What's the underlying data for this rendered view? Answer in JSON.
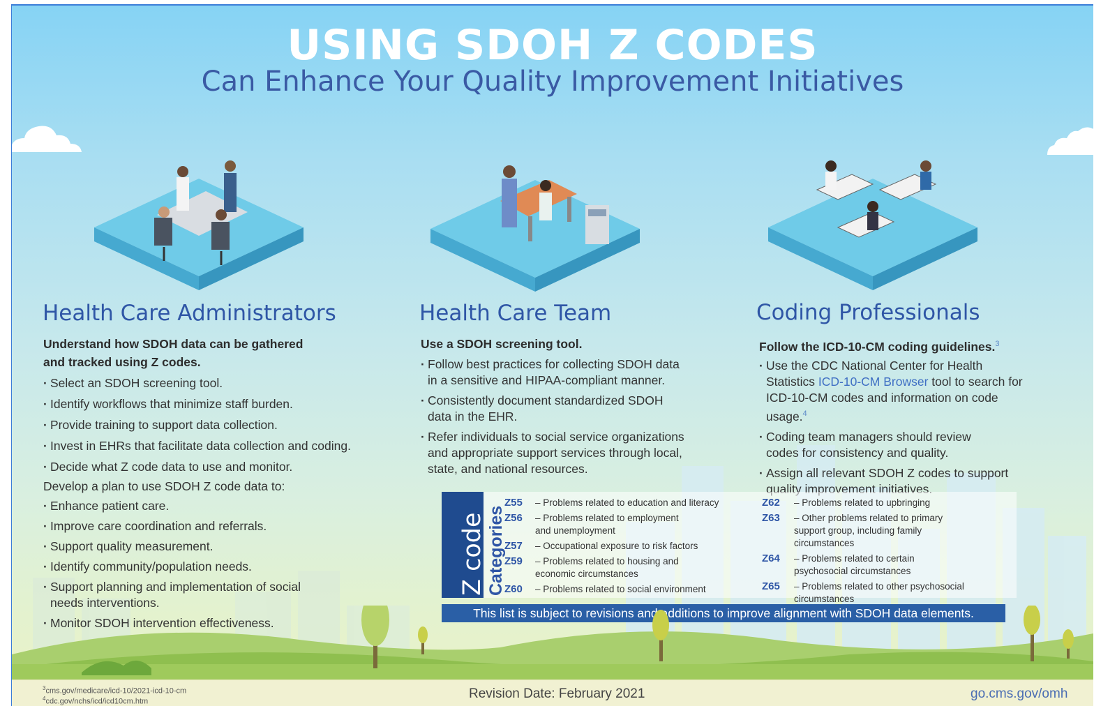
{
  "header": {
    "title": "USING SDOH Z CODES",
    "subtitle": "Can Enhance Your Quality Improvement Initiatives"
  },
  "columns": {
    "admin": {
      "title": "Health Care Administrators",
      "lead_line1": "Understand how SDOH data can be gathered",
      "lead_line2": "and tracked using Z codes.",
      "bullets": [
        "Select an SDOH screening tool.",
        "Identify workflows that minimize staff burden.",
        "Provide training to support data collection.",
        "Invest in EHRs that facilitate data collection and coding.",
        "Decide what Z code data to use and monitor."
      ],
      "plan_heading": "Develop a plan to use SDOH Z code data to:",
      "plan_bullets": [
        "Enhance patient care.",
        "Improve care coordination and referrals.",
        "Support quality measurement.",
        "Identify community/population needs.",
        "Support planning and implementation of social needs interventions.",
        "Monitor SDOH intervention effectiveness."
      ]
    },
    "team": {
      "title": "Health Care Team",
      "lead": "Use a SDOH screening tool.",
      "bullets": [
        "Follow best practices for collecting SDOH data in a sensitive and HIPAA-compliant manner.",
        "Consistently document standardized SDOH data in the EHR.",
        "Refer individuals to social service organizations and appropriate support services through local, state, and national resources."
      ]
    },
    "coding": {
      "title": "Coding Professionals",
      "lead": "Follow the ICD-10-CM coding guidelines.",
      "lead_sup": "3",
      "bullet1_pre": "Use the CDC National Center for Health Statistics ",
      "bullet1_link": "ICD-10-CM Browser",
      "bullet1_post": " tool to search for ICD-10-CM codes and information on code usage.",
      "bullet1_sup": "4",
      "bullets": [
        "Coding team managers should review codes for consistency and quality.",
        "Assign all relevant SDOH Z codes to support quality improvement initiatives."
      ]
    }
  },
  "zcodes": {
    "label_main": "Z code",
    "label_sub": "Categories",
    "dash": "–",
    "left": [
      {
        "code": "Z55",
        "desc": "Problems related to education and literacy"
      },
      {
        "code": "Z56",
        "desc": "Problems related to employment and unemployment"
      },
      {
        "code": "Z57",
        "desc": "Occupational exposure to risk factors"
      },
      {
        "code": "Z59",
        "desc": "Problems related to housing and economic circumstances"
      },
      {
        "code": "Z60",
        "desc": "Problems related to social environment"
      }
    ],
    "right": [
      {
        "code": "Z62",
        "desc": "Problems related to upbringing"
      },
      {
        "code": "Z63",
        "desc": "Other problems related to primary support group, including family circumstances"
      },
      {
        "code": "Z64",
        "desc": "Problems related to certain psychosocial circumstances"
      },
      {
        "code": "Z65",
        "desc": "Problems related to other psychosocial circumstances"
      }
    ],
    "notice": "This list is subject to revisions and additions to improve alignment with SDOH data elements."
  },
  "footer": {
    "footnote3_num": "3",
    "footnote3": "cms.gov/medicare/icd-10/2021-icd-10-cm",
    "footnote4_num": "4",
    "footnote4": "cdc.gov/nchs/icd/icd10cm.htm",
    "revision": "Revision Date: February 2021",
    "site": "go.cms.gov/omh"
  }
}
